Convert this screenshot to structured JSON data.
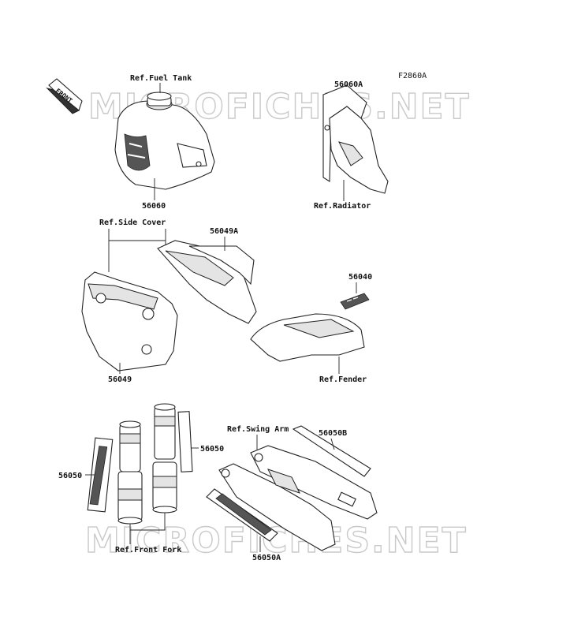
{
  "diagram_code": "F2860A",
  "front_label": "FRONT",
  "watermark": "MICROFICHES.NET",
  "labels": {
    "ref_fuel_tank": "Ref.Fuel Tank",
    "p56060": "56060",
    "p56060a": "56060A",
    "ref_radiator": "Ref.Radiator",
    "ref_side_cover": "Ref.Side Cover",
    "p56049a": "56049A",
    "p56049": "56049",
    "p56040": "56040",
    "ref_fender": "Ref.Fender",
    "ref_swing_arm": "Ref.Swing Arm",
    "p56050b": "56050B",
    "p56050_right": "56050",
    "p56050_left": "56050",
    "ref_front_fork": "Ref.Front Fork",
    "p56050a": "56050A"
  }
}
